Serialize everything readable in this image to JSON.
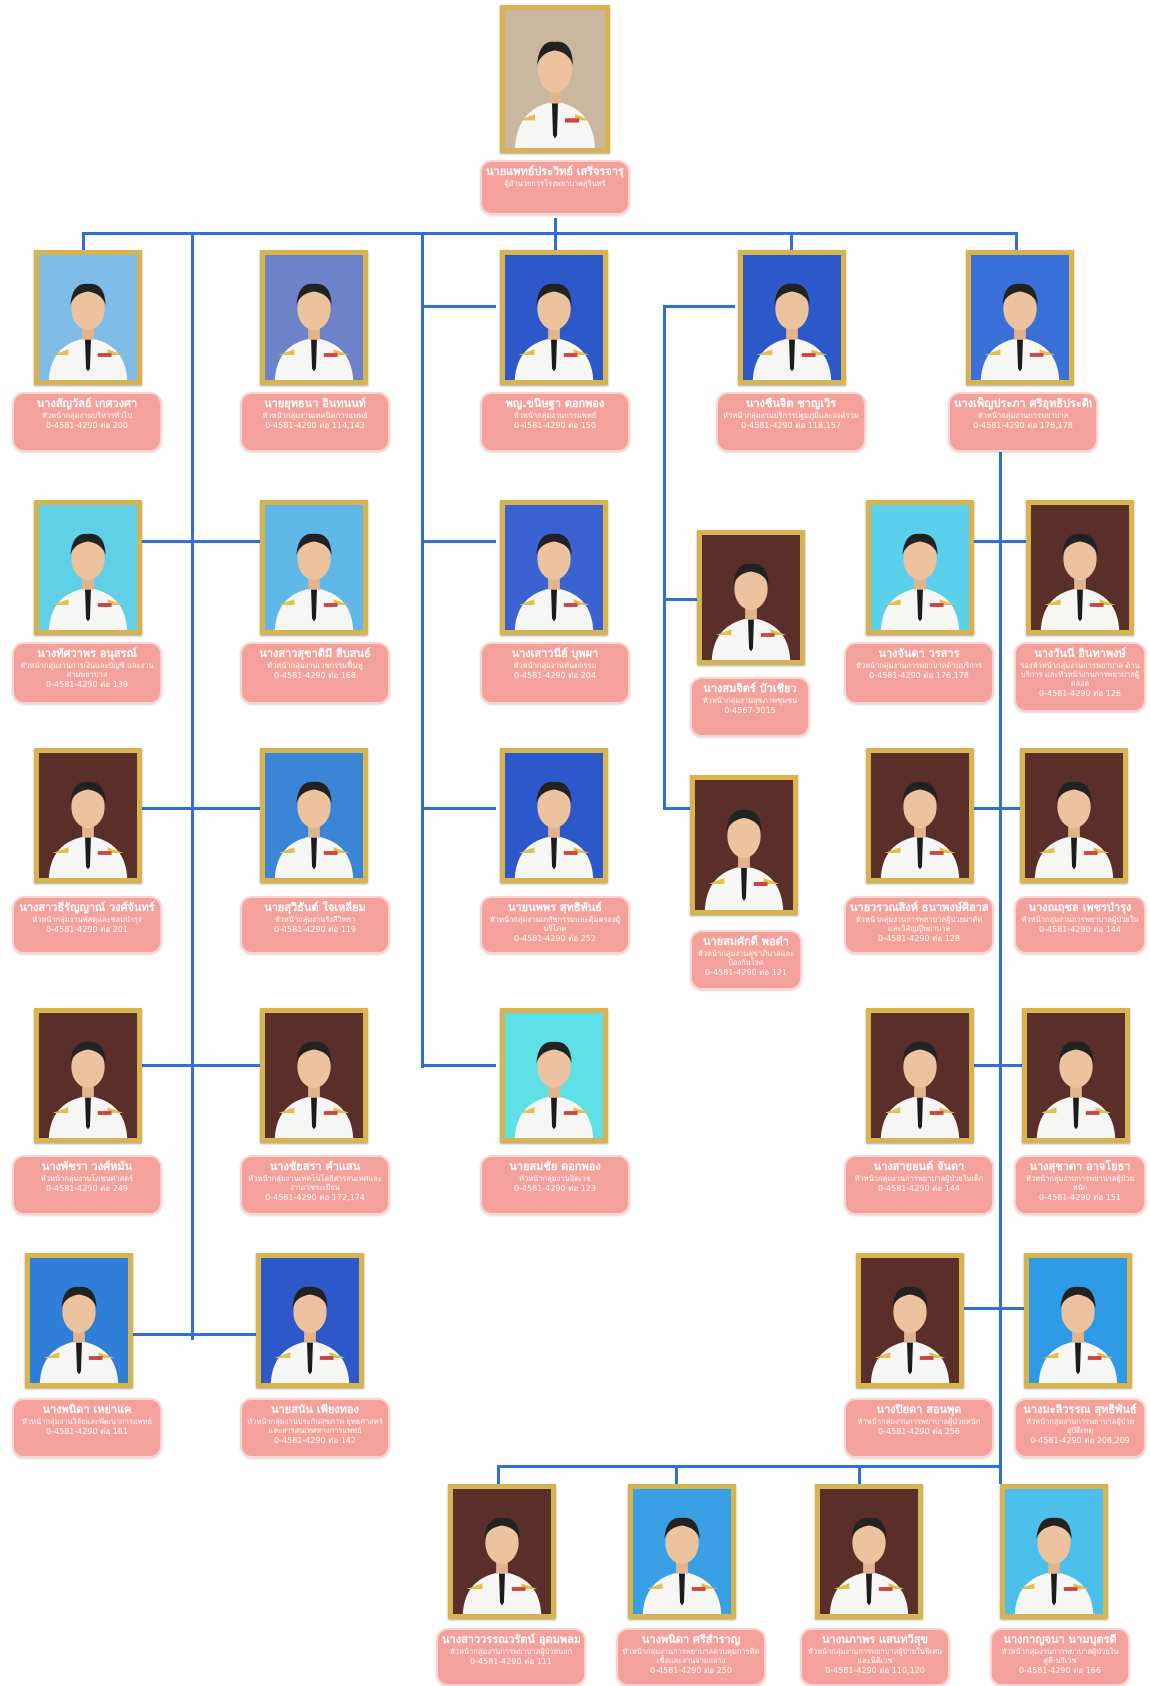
{
  "colors": {
    "line": "#2f6fd6",
    "label_bg": "#f4a09b",
    "frame": "#d8b450"
  },
  "director": {
    "name": "นายแพทย์ประวิทย์ เสรีจรจารุ",
    "position": "ผู้อำนวยการโรงพยาบาลสุรินทร์"
  },
  "people": [
    {
      "name": "นางสัญวัลย์ เกศวงศา",
      "position": "หัวหน้ากลุ่มงานบริหารทั่วไป",
      "phone": "0-4581-4290 ต่อ 200"
    },
    {
      "name": "นายยุทธนา อินทนนท์",
      "position": "หัวหน้ากลุ่มงานเทคนิคการแพทย์",
      "phone": "0-4581-4290 ต่อ 114,143"
    },
    {
      "name": "พญ.ขนิษฐา ดอกพอง",
      "position": "หัวหน้ากลุ่มงานการแพทย์",
      "phone": "0-4581-4290 ต่อ 150"
    },
    {
      "name": "นางชื่นจิต ชาญเวิร",
      "position": "หัวหน้ากลุ่มงานบริการปฐมภูมิและองค์รวม",
      "phone": "0-4581-4290 ต่อ 118,157"
    },
    {
      "name": "นางเพ็ญประภา ศรีอุทธิประดิษฐ์",
      "position": "หัวหน้ากลุ่มงานการพยาบาล",
      "phone": "0-4581-4290 ต่อ 176,178"
    },
    {
      "name": "นางทัศวาพร อนุสรณ์",
      "position": "หัวหน้ากลุ่มงานการเงินและบัญชี และงานสามพยาบาล",
      "phone": "0-4581-4290 ต่อ 139"
    },
    {
      "name": "นางสาวสุขาติมี สืบสนธ์",
      "position": "หัวหน้ากลุ่มงานเวชกรรมฟื้นฟู",
      "phone": "0-4581-4290 ต่อ 168"
    },
    {
      "name": "นางเสาวนีย์ บุพผา",
      "position": "หัวหน้ากลุ่มงานทันตกรรม",
      "phone": "0-4581-4290 ต่อ 204"
    },
    {
      "name": "นางสมจิตร์ บัวเชียว",
      "position": "หัวหน้ากลุ่มงานสุขภาพชุมชน",
      "phone": "0-4567-3015"
    },
    {
      "name": "นางจันดา วรสาร",
      "position": "หัวหน้ากลุ่มงานการพยาบาลด้านบริการ",
      "phone": "0-4581-4290 ต่อ 176,178"
    },
    {
      "name": "นางวันนี อินทาพงษ์",
      "position": "รองหัวหน้ากลุ่มงานการพยาบาล ด้านบริการ และหัวหน้างานการพยาบาลผู้คลอด",
      "phone": "0-4581-4290 ต่อ 126"
    },
    {
      "name": "นางสาวธีรัญญาณ์ วงศ์จันทร์",
      "position": "หัวหน้ากลุ่มงานพัสดุและซ่อมบำรุง",
      "phone": "0-4581-4290 ต่อ 201"
    },
    {
      "name": "นายสุวิธันต์ ใจเหลี่ยม",
      "position": "หัวหน้ากลุ่มงานรังสีวิทยา",
      "phone": "0-4581-4290 ต่อ 119"
    },
    {
      "name": "นายนพพร สุทธิพันธ์",
      "position": "หัวหน้ากลุ่มงานเภสัชกรรมและคุ้มครองผู้บริโภค",
      "phone": "0-4581-4290 ต่อ 252"
    },
    {
      "name": "นายสมศักดิ์ พอดำ",
      "position": "หัวหน้ากลุ่มงานสุขาภิบาลและป้องกันโรค",
      "phone": "0-4581-4290 ต่อ 121"
    },
    {
      "name": "นายวรวณสิงห์ ธนาพงษ์ศิลาส",
      "position": "หัวหน้ากลุ่มงานการพยาบาลผู้ป่วยผ่าตัด และวิสัญญีพยาบาล",
      "phone": "0-4581-4290 ต่อ 128"
    },
    {
      "name": "นางณฤชล เพชรบำรุง",
      "position": "หัวหน้ากลุ่มงานการพยาบาลผู้ป่วยใน",
      "phone": "0-4581-4290 ต่อ 144"
    },
    {
      "name": "นางพัชรา วงศ์หมั่น",
      "position": "หัวหน้ากลุ่มงานโภชนศาสตร์",
      "phone": "0-4581-4290 ต่อ 249"
    },
    {
      "name": "นางชัยสรา คำแสน",
      "position": "หัวหน้ากลุ่มงานเทคโนโลยีสารสนเทศและงานเวชระเบียน",
      "phone": "0-4581-4290 ต่อ 172,174"
    },
    {
      "name": "นายสมชัย ดอกพอง",
      "position": "หัวหน้ากลุ่มงานจิตเวช",
      "phone": "0-4581-4290 ต่อ 123"
    },
    {
      "name": "นางสายยนต์ จันดา",
      "position": "หัวหน้ากลุ่มงานการพยาบาลผู้ป่วยในเด็ก",
      "phone": "0-4581-4290 ต่อ 144"
    },
    {
      "name": "นางสุชาดา อาจโยธา",
      "position": "หัวหน้ากลุ่มงานการพยาบาลผู้ป่วยหนัก",
      "phone": "0-4581-4290 ต่อ 151"
    },
    {
      "name": "นางพนิดา เหย่าแค",
      "position": "หัวหน้ากลุ่มงานวิจัยและพัฒนาการแพทย์",
      "phone": "0-4581-4290 ต่อ 181"
    },
    {
      "name": "นายสนั่น เพียงทอง",
      "position": "หัวหน้ากลุ่มงานประกันสุขภาพ ยุทธศาสตร์และสารสนเทศทางการแพทย์",
      "phone": "0-4581-4290 ต่อ 142"
    },
    {
      "name": "นางปิยดา สอนพุด",
      "position": "หัวหน้ากลุ่มงานการพยาบาลผู้ป่วยหนัก",
      "phone": "0-4581-4290 ต่อ 256"
    },
    {
      "name": "นางมะลิวรรณ สุทธิพันธ์",
      "position": "หัวหน้ากลุ่มงานการพยาบาลผู้ป่วยอุบัติเหตุ",
      "phone": "0-4581-4290 ต่อ 208,209"
    },
    {
      "name": "นางสาววรรณวรัตน์ อุดมพลม",
      "position": "หัวหน้ากลุ่มงานการพยาบาลผู้ป่วยนอก",
      "phone": "0-4581-4290 ต่อ 111"
    },
    {
      "name": "นางพนิดา ศรีสำราญ",
      "position": "หัวหน้ากลุ่มงานการพยาบาลควบคุมการติดเชื้อและงานจ่ายกลาง",
      "phone": "0-4581-4290 ต่อ 250"
    },
    {
      "name": "นางนภาพร แสนทวีสุข",
      "position": "หัวหน้ากลุ่มงานการพยาบาลผู้ป่วยในพิเศษ และนิติเวช",
      "phone": "0-4581-4290 ต่อ 110,120"
    },
    {
      "name": "นางกาญจนา นามบุตรดี",
      "position": "หัวหน้ากลุ่มงานการพยาบาลผู้ป่วยในสูติ-นรีเวช",
      "phone": "0-4581-4290 ต่อ 166"
    }
  ]
}
